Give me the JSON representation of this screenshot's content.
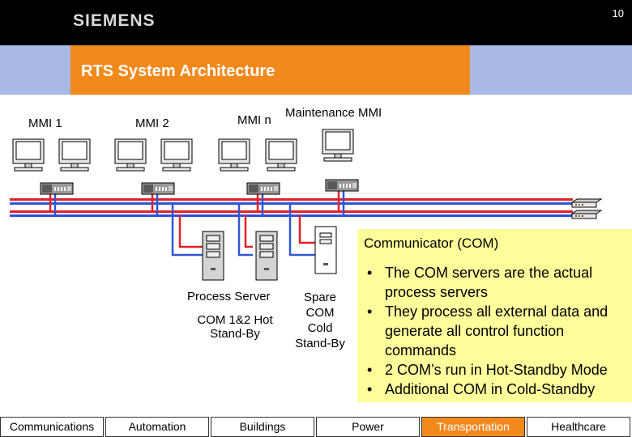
{
  "header": {
    "logo_text": "SIEMENS",
    "page_number": "10"
  },
  "title": "RTS System Architecture",
  "mmi_labels": {
    "mmi1": "MMI 1",
    "mmi2": "MMI 2",
    "mmin": "MMI n",
    "maintenance": "Maintenance MMI"
  },
  "server_labels": {
    "process_server": "Process Server",
    "com12_line1": "COM 1&2 Hot",
    "com12_line2": "Stand-By",
    "spare_line1": "Spare",
    "spare_line2": "COM",
    "spare_line3": "Cold",
    "spare_line4": "Stand-By"
  },
  "notes": {
    "title": "Communicator (COM)",
    "bullets": [
      "The COM servers are the actual process servers",
      "They process all external data and generate all control function commands",
      "2 COM’s run in Hot-Standby Mode",
      "Additional COM in Cold-Standby"
    ]
  },
  "footer_tabs": [
    "Communications",
    "Automation",
    "Buildings",
    "Power",
    "Transportation",
    "Healthcare"
  ],
  "colors": {
    "accent_orange": "#f2891d",
    "header_blue": "#aab8e6",
    "network_red": "#e0202a",
    "network_blue": "#2f55d4",
    "notes_yellow": "#fefe9b"
  }
}
